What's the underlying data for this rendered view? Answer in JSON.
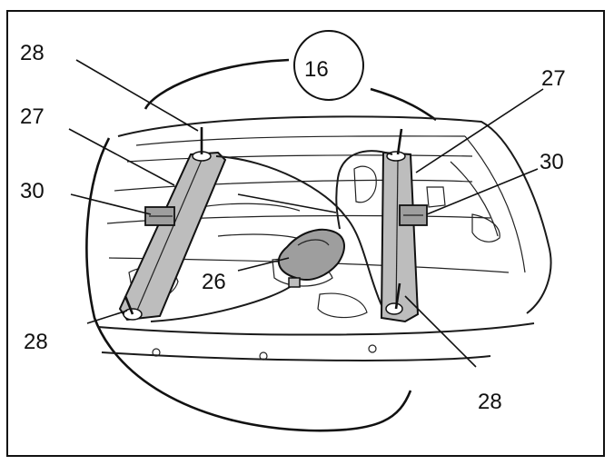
{
  "figure": {
    "reference_circle_label": "16",
    "callouts": {
      "top_left_bolt": "28",
      "left_rail": "27",
      "left_clip": "30",
      "bottom_left_bolt": "28",
      "motor": "26",
      "right_rail": "27",
      "right_clip": "30",
      "bottom_right_bolt": "28"
    }
  },
  "colors": {
    "ink": "#111111",
    "part_fill": "#bdbdbd",
    "motor_fill": "#9e9e9e",
    "background": "#ffffff"
  }
}
